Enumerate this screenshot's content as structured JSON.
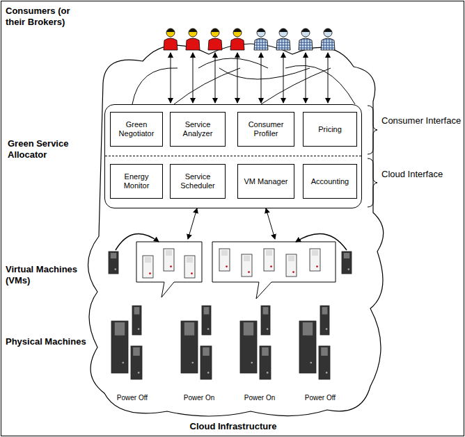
{
  "diagram": {
    "nodes": [
      {
        "text": [
          "Green Service Allocator"
        ]
      },
      {
        "text": [
          "Green Negotiator"
        ],
        "in": 0
      },
      {
        "text": [
          "Service Analyzer"
        ],
        "in": 0
      },
      {
        "text": [
          "Consumer Profiler"
        ],
        "in": 0
      },
      {
        "text": [
          "Pricing"
        ],
        "in": 0
      },
      {
        "text": [
          "Energy Monitor"
        ],
        "in": 0
      },
      {
        "text": [
          "Service Scheduler"
        ],
        "in": 0
      },
      {
        "text": [
          "VM Manager"
        ],
        "in": 0
      },
      {
        "text": [
          "Accounting"
        ],
        "in": 0
      }
    ],
    "labels": [
      "Consumers (or their Brokers)",
      "Consumer Interface",
      "Cloud Interface",
      "Virtual Machines (VMs)",
      "Physical Machines",
      "Power Off",
      "Power On",
      "Power On",
      "Power Off",
      "Cloud Infrastructure"
    ]
  }
}
